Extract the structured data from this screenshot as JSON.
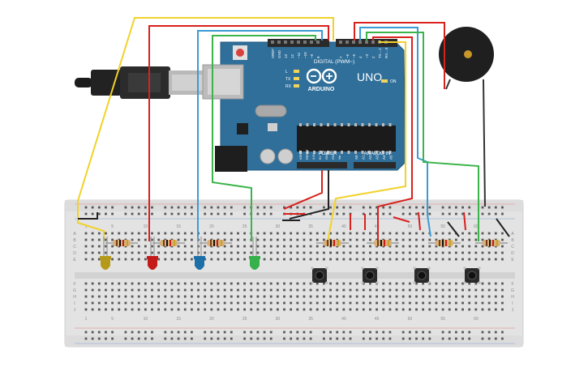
{
  "board": {
    "pin_header_top": [
      "AREF",
      "GND",
      "13",
      "12",
      "~11",
      "~10",
      "~9",
      "8",
      "7",
      "~6",
      "~5",
      "4",
      "~3",
      "2",
      "TX→1",
      "RX←0"
    ],
    "digital_label": "DIGITAL (PWM~)",
    "brand": "ARDUINO",
    "model": "UNO",
    "led_labels": [
      "L",
      "TX",
      "RX"
    ],
    "on_label": "ON",
    "power_label": "POWER",
    "analog_label": "ANALOG IN",
    "power_pins": [
      "IOREF",
      "RESET",
      "3.3V",
      "5V",
      "GND",
      "GND",
      "Vin"
    ],
    "analog_pins": [
      "A0",
      "A1",
      "A2",
      "A3",
      "A4",
      "A5"
    ]
  },
  "breadboard": {
    "row_letters_top": [
      "A",
      "B",
      "C",
      "D",
      "E"
    ],
    "row_letters_bottom": [
      "F",
      "G",
      "H",
      "I",
      "J"
    ],
    "column_numbers": [
      "1",
      "5",
      "10",
      "15",
      "20",
      "25",
      "30",
      "35",
      "40",
      "45",
      "50",
      "55",
      "60"
    ]
  },
  "components": {
    "leds": [
      {
        "name": "yellow-led",
        "color": "#b59a1a"
      },
      {
        "name": "red-led",
        "color": "#c41a1a"
      },
      {
        "name": "blue-led",
        "color": "#1d6fa8"
      },
      {
        "name": "green-led",
        "color": "#35b04a"
      }
    ],
    "buttons": [
      "button-1",
      "button-2",
      "button-3",
      "button-4"
    ],
    "buzzer": "piezo-buzzer",
    "usb": "usb-cable"
  },
  "colors": {
    "board": "#2f6f9a",
    "breadboard": "#e3e3e3",
    "wire_yellow": "#f1d22a",
    "wire_red": "#d8211c",
    "wire_blue": "#3a9bd6",
    "wire_green": "#3bb44a",
    "wire_black": "#222222"
  }
}
